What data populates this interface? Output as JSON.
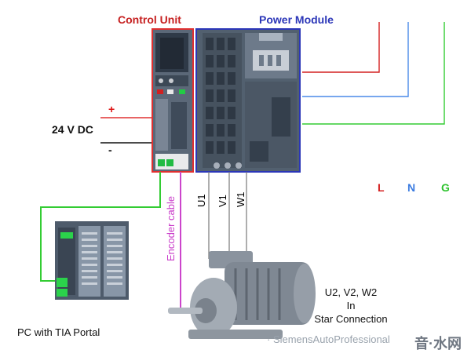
{
  "labels": {
    "control_unit": "Control Unit",
    "power_module": "Power Module",
    "dc_supply": "24 V DC",
    "plus": "+",
    "minus": "-",
    "phase_l": "L",
    "phase_n": "N",
    "phase_g": "G",
    "u1": "U1",
    "v1": "V1",
    "w1": "W1",
    "encoder_cable": "Encoder cable",
    "pc": "PC with TIA Portal",
    "star_line1": "U2, V2, W2",
    "star_line2": "In",
    "star_line3": "Star Connection",
    "watermark": "· SiemensAutoProfessional",
    "logo": "音·水网"
  },
  "colors": {
    "red_frame": "#e03030",
    "blue_frame": "#2b36b8",
    "line_L": "#d42020",
    "line_N": "#4a8ae8",
    "line_G": "#33cc33",
    "encoder": "#cc44cc",
    "device_body": "#4a586a"
  }
}
